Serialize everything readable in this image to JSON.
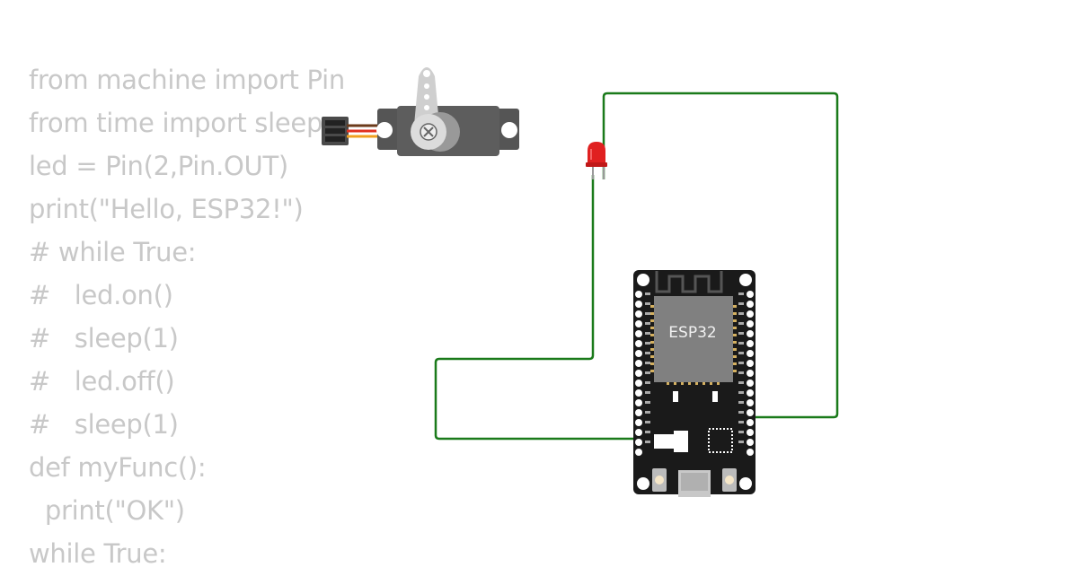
{
  "code": {
    "lines": [
      "from machine import Pin",
      "from time import sleep",
      "led = Pin(2,Pin.OUT)",
      "print(\"Hello, ESP32!\")",
      "# while True:",
      "#   led.on()",
      "#   sleep(1)",
      "#   led.off()",
      "#   sleep(1)",
      "def myFunc():",
      "  print(\"OK\")",
      "while True:"
    ]
  },
  "board": {
    "chip_label": "ESP32"
  },
  "colors": {
    "wire": "#1a7a1a",
    "code_text": "#c8c8c8",
    "board": "#1a1a1a",
    "chip": "#808080",
    "led": "#e02020",
    "servo_body": "#5a5a5a",
    "servo_arm": "#cccccc"
  },
  "icons": [
    "servo-motor-icon",
    "red-led-icon",
    "esp32-board-icon"
  ]
}
